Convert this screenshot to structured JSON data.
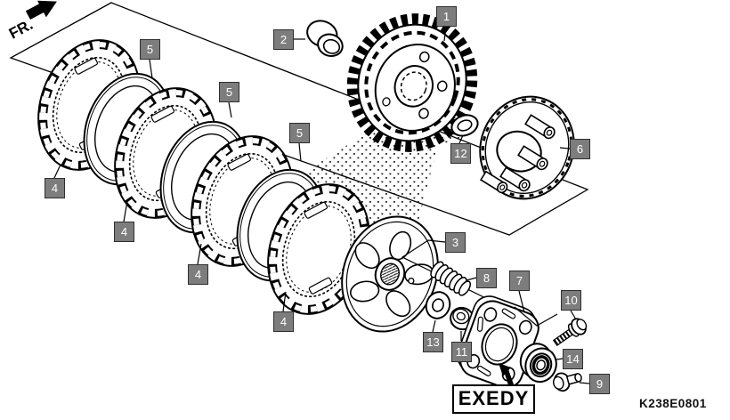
{
  "diagram": {
    "code": "K238E0801",
    "brand": "EXEDY",
    "direction_label": "FR.",
    "callouts": [
      {
        "ref": "1"
      },
      {
        "ref": "2"
      },
      {
        "ref": "3"
      },
      {
        "ref": "4"
      },
      {
        "ref": "4"
      },
      {
        "ref": "4"
      },
      {
        "ref": "4"
      },
      {
        "ref": "5"
      },
      {
        "ref": "5"
      },
      {
        "ref": "5"
      },
      {
        "ref": "6"
      },
      {
        "ref": "7"
      },
      {
        "ref": "8"
      },
      {
        "ref": "9"
      },
      {
        "ref": "10"
      },
      {
        "ref": "11"
      },
      {
        "ref": "12"
      },
      {
        "ref": "13"
      },
      {
        "ref": "14"
      }
    ],
    "colors": {
      "background": "#ffffff",
      "line": "#000000",
      "callout_bg": "#7d7d7d",
      "callout_text": "#ffffff"
    }
  }
}
